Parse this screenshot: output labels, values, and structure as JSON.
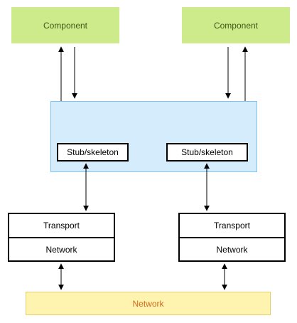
{
  "components": {
    "left_label": "Component",
    "right_label": "Component"
  },
  "middleware": {
    "left_stub_label": "Stub/skeleton",
    "right_stub_label": "Stub/skeleton"
  },
  "stacks": {
    "left": {
      "transport_label": "Transport",
      "network_label": "Network"
    },
    "right": {
      "transport_label": "Transport",
      "network_label": "Network"
    }
  },
  "network_bar": {
    "label": "Network"
  },
  "colors": {
    "component_fill": "#cdeb8b",
    "component_text": "#3c5a12",
    "middleware_fill": "#d4ecfc",
    "middleware_border": "#7cc4f2",
    "network_fill": "#fff3b0",
    "network_text": "#d26a1a"
  }
}
